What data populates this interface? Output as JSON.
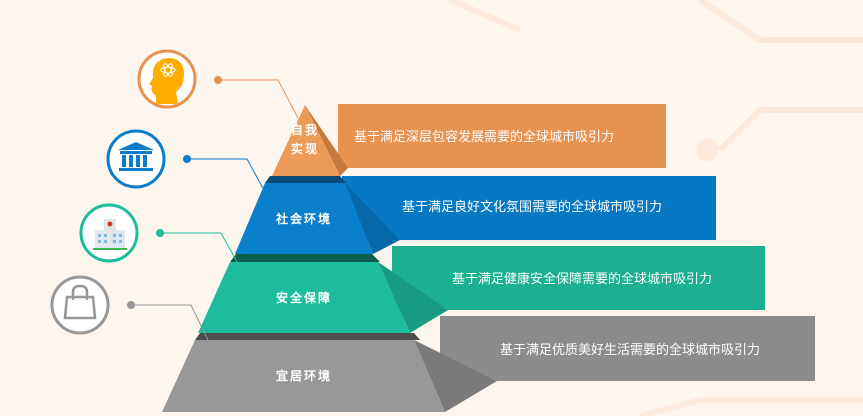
{
  "tiers": [
    {
      "label_line1": "自我",
      "label_line2": "实现",
      "description": "基于满足深层包容发展需要的全球城市吸引力",
      "color": "#e8924f",
      "icon": "head-atom-icon"
    },
    {
      "label": "社会环境",
      "description": "基于满足良好文化氛围需要的全球城市吸引力",
      "color": "#0a7cc8",
      "icon": "institution-building-icon"
    },
    {
      "label": "安全保障",
      "description": "基于满足健康安全保障需要的全球城市吸引力",
      "color": "#1dbc9b",
      "icon": "hospital-icon"
    },
    {
      "label": "宜居环境",
      "description": "基于满足优质美好生活需要的全球城市吸引力",
      "color": "#979797",
      "icon": "shopping-bag-icon"
    }
  ]
}
